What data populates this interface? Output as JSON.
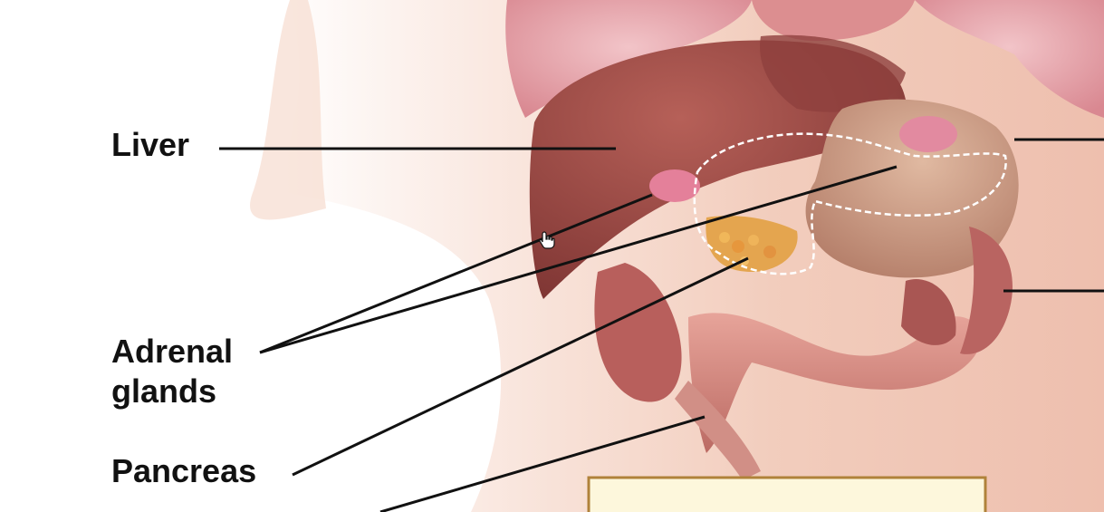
{
  "labels": {
    "liver": "Liver",
    "adrenal_line1": "Adrenal",
    "adrenal_line2": "glands",
    "pancreas": "Pancreas"
  },
  "colors": {
    "leader_line": "#111111",
    "outline_dashed": "#ffffff",
    "skin": "#f3cfc0",
    "liver": "#9c4a46",
    "intestine": "#d4827a",
    "lung": "#e8a7ae",
    "answer_box_fill": "#fdf7dc",
    "answer_box_border": "#b0823a"
  },
  "icons": {
    "pointer": "hand-pointer-icon"
  }
}
